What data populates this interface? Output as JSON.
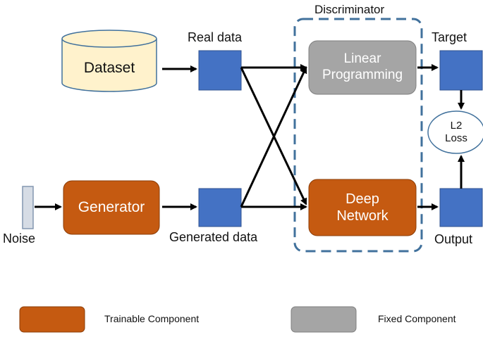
{
  "labels": {
    "discriminator": "Discriminator",
    "real_data": "Real data",
    "target": "Target",
    "noise": "Noise",
    "generated_data": "Generated data",
    "output": "Output"
  },
  "nodes": {
    "dataset": "Dataset",
    "generator": "Generator",
    "linear_programming_line1": "Linear",
    "linear_programming_line2": "Programming",
    "deep_network_line1": "Deep",
    "deep_network_line2": "Network",
    "l2_loss_line1": "L2",
    "l2_loss_line2": "Loss"
  },
  "legend": {
    "trainable": "Trainable Component",
    "fixed": "Fixed Component"
  },
  "colors": {
    "trainable": "#c55a11",
    "fixed": "#a5a5a5",
    "data_square": "#4472c4",
    "dataset_fill": "#fff2cc",
    "discriminator_border": "#41719c",
    "noise_fill": "#d6dce5"
  }
}
